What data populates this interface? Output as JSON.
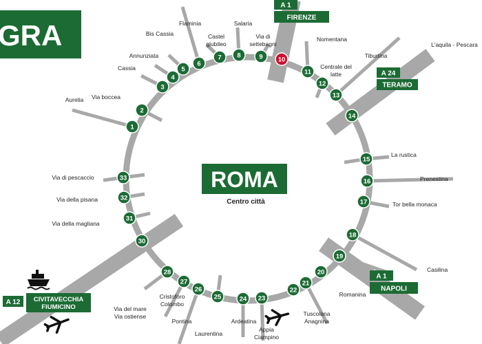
{
  "title": "GRA",
  "center": {
    "title": "ROMA",
    "subtitle": "Centro città"
  },
  "colors": {
    "green": "#1c6b34",
    "grey": "#a8a8a8",
    "red": "#c8102e"
  },
  "exits": [
    {
      "n": "1",
      "label": "Aurelia",
      "color": "green"
    },
    {
      "n": "2",
      "label": "Via boccea",
      "color": "green"
    },
    {
      "n": "3",
      "label": "Cassia",
      "color": "green"
    },
    {
      "n": "4",
      "label": "Annunziata",
      "color": "green"
    },
    {
      "n": "5",
      "label": "Bis Cassia",
      "color": "green"
    },
    {
      "n": "6",
      "label": "Flaminia",
      "color": "green"
    },
    {
      "n": "7",
      "label": "Castel giubileo",
      "color": "green"
    },
    {
      "n": "8",
      "label": "Salaria",
      "color": "green"
    },
    {
      "n": "9",
      "label": "Via di settebagni",
      "color": "green"
    },
    {
      "n": "10",
      "label": "",
      "color": "red"
    },
    {
      "n": "11",
      "label": "Nomentana",
      "color": "green"
    },
    {
      "n": "12",
      "label": "Centrale del latte",
      "color": "green"
    },
    {
      "n": "13",
      "label": "Tiburtina",
      "color": "green"
    },
    {
      "n": "14",
      "label": "L'aquila - Pescara",
      "color": "green"
    },
    {
      "n": "15",
      "label": "La rustica",
      "color": "green"
    },
    {
      "n": "16",
      "label": "Prenestina",
      "color": "green"
    },
    {
      "n": "17",
      "label": "Tor bella monaca",
      "color": "green"
    },
    {
      "n": "18",
      "label": "Casilina",
      "color": "green"
    },
    {
      "n": "19",
      "label": "",
      "color": "green"
    },
    {
      "n": "20",
      "label": "Romanina",
      "color": "green"
    },
    {
      "n": "21",
      "label": "",
      "color": "green"
    },
    {
      "n": "22",
      "label": "Tuscolana Anagnina",
      "color": "green"
    },
    {
      "n": "23",
      "label": "Appia Ciampino",
      "color": "green"
    },
    {
      "n": "24",
      "label": "Ardeatina",
      "color": "green"
    },
    {
      "n": "25",
      "label": "Laurentina",
      "color": "green"
    },
    {
      "n": "26",
      "label": "Pontina",
      "color": "green"
    },
    {
      "n": "27",
      "label": "Cristoforo Colombo",
      "color": "green"
    },
    {
      "n": "28",
      "label": "Via del mare Via ostiense",
      "color": "green"
    },
    {
      "n": "30",
      "label": "",
      "color": "green"
    },
    {
      "n": "31",
      "label": "Via della magliana",
      "color": "green"
    },
    {
      "n": "32",
      "label": "Via della pisana",
      "color": "green"
    },
    {
      "n": "33",
      "label": "Via di pescaccio",
      "color": "green"
    }
  ],
  "motorways": [
    {
      "code": "A 1",
      "destination": "FIRENZE"
    },
    {
      "code": "A 24",
      "destination": "TERAMO"
    },
    {
      "code": "A 1",
      "destination": "NAPOLI"
    },
    {
      "code": "A 12",
      "destination": "CIVITAVECCHIA FIUMICINO"
    }
  ],
  "icons": [
    "ship-icon",
    "airplane-icon-fiumicino",
    "airplane-icon-ciampino"
  ]
}
